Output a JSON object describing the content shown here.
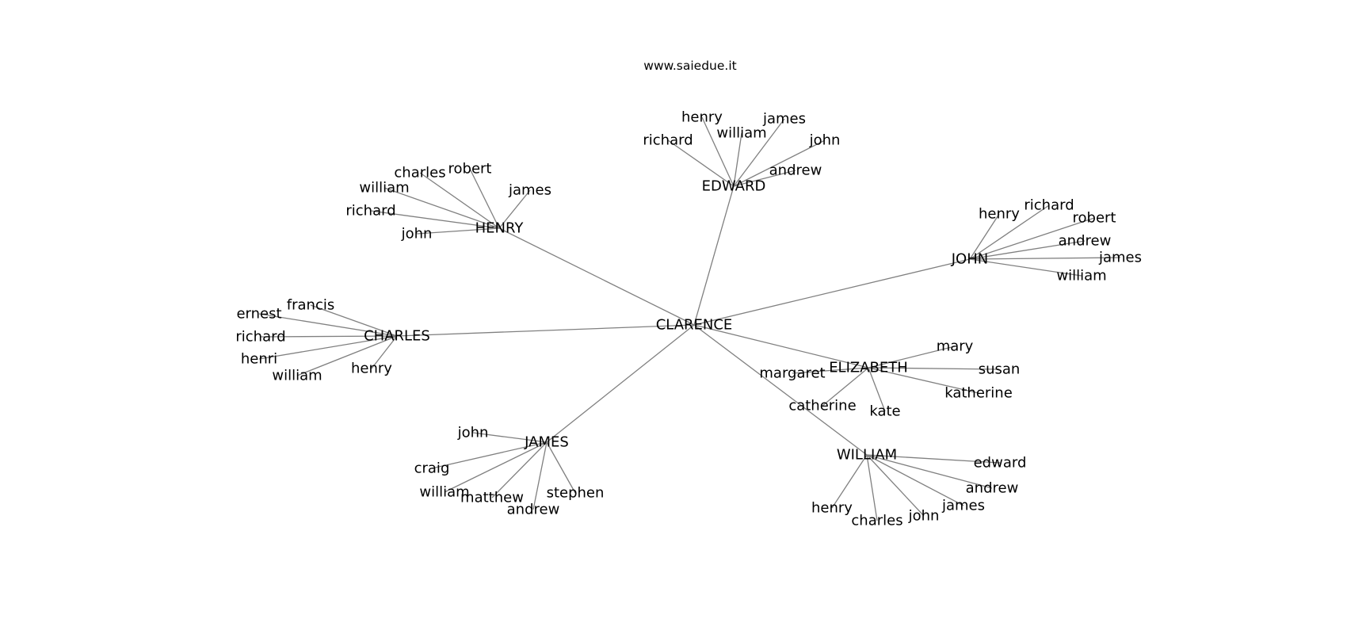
{
  "caption": "www.saiedue.it",
  "root": "CLARENCE",
  "groups": [
    {
      "name": "EDWARD",
      "children": [
        "henry",
        "william",
        "james",
        "richard",
        "john",
        "andrew"
      ]
    },
    {
      "name": "HENRY",
      "children": [
        "charles",
        "robert",
        "william",
        "james",
        "richard",
        "john"
      ]
    },
    {
      "name": "JOHN",
      "children": [
        "henry",
        "richard",
        "robert",
        "andrew",
        "james",
        "william"
      ]
    },
    {
      "name": "CHARLES",
      "children": [
        "francis",
        "ernest",
        "richard",
        "henri",
        "william",
        "henry"
      ]
    },
    {
      "name": "ELIZABETH",
      "children": [
        "mary",
        "susan",
        "katherine",
        "margaret",
        "catherine",
        "kate"
      ]
    },
    {
      "name": "JAMES",
      "children": [
        "john",
        "craig",
        "william",
        "matthew",
        "andrew",
        "stephen"
      ]
    },
    {
      "name": "WILLIAM",
      "children": [
        "edward",
        "andrew",
        "james",
        "john",
        "charles",
        "henry"
      ]
    }
  ]
}
